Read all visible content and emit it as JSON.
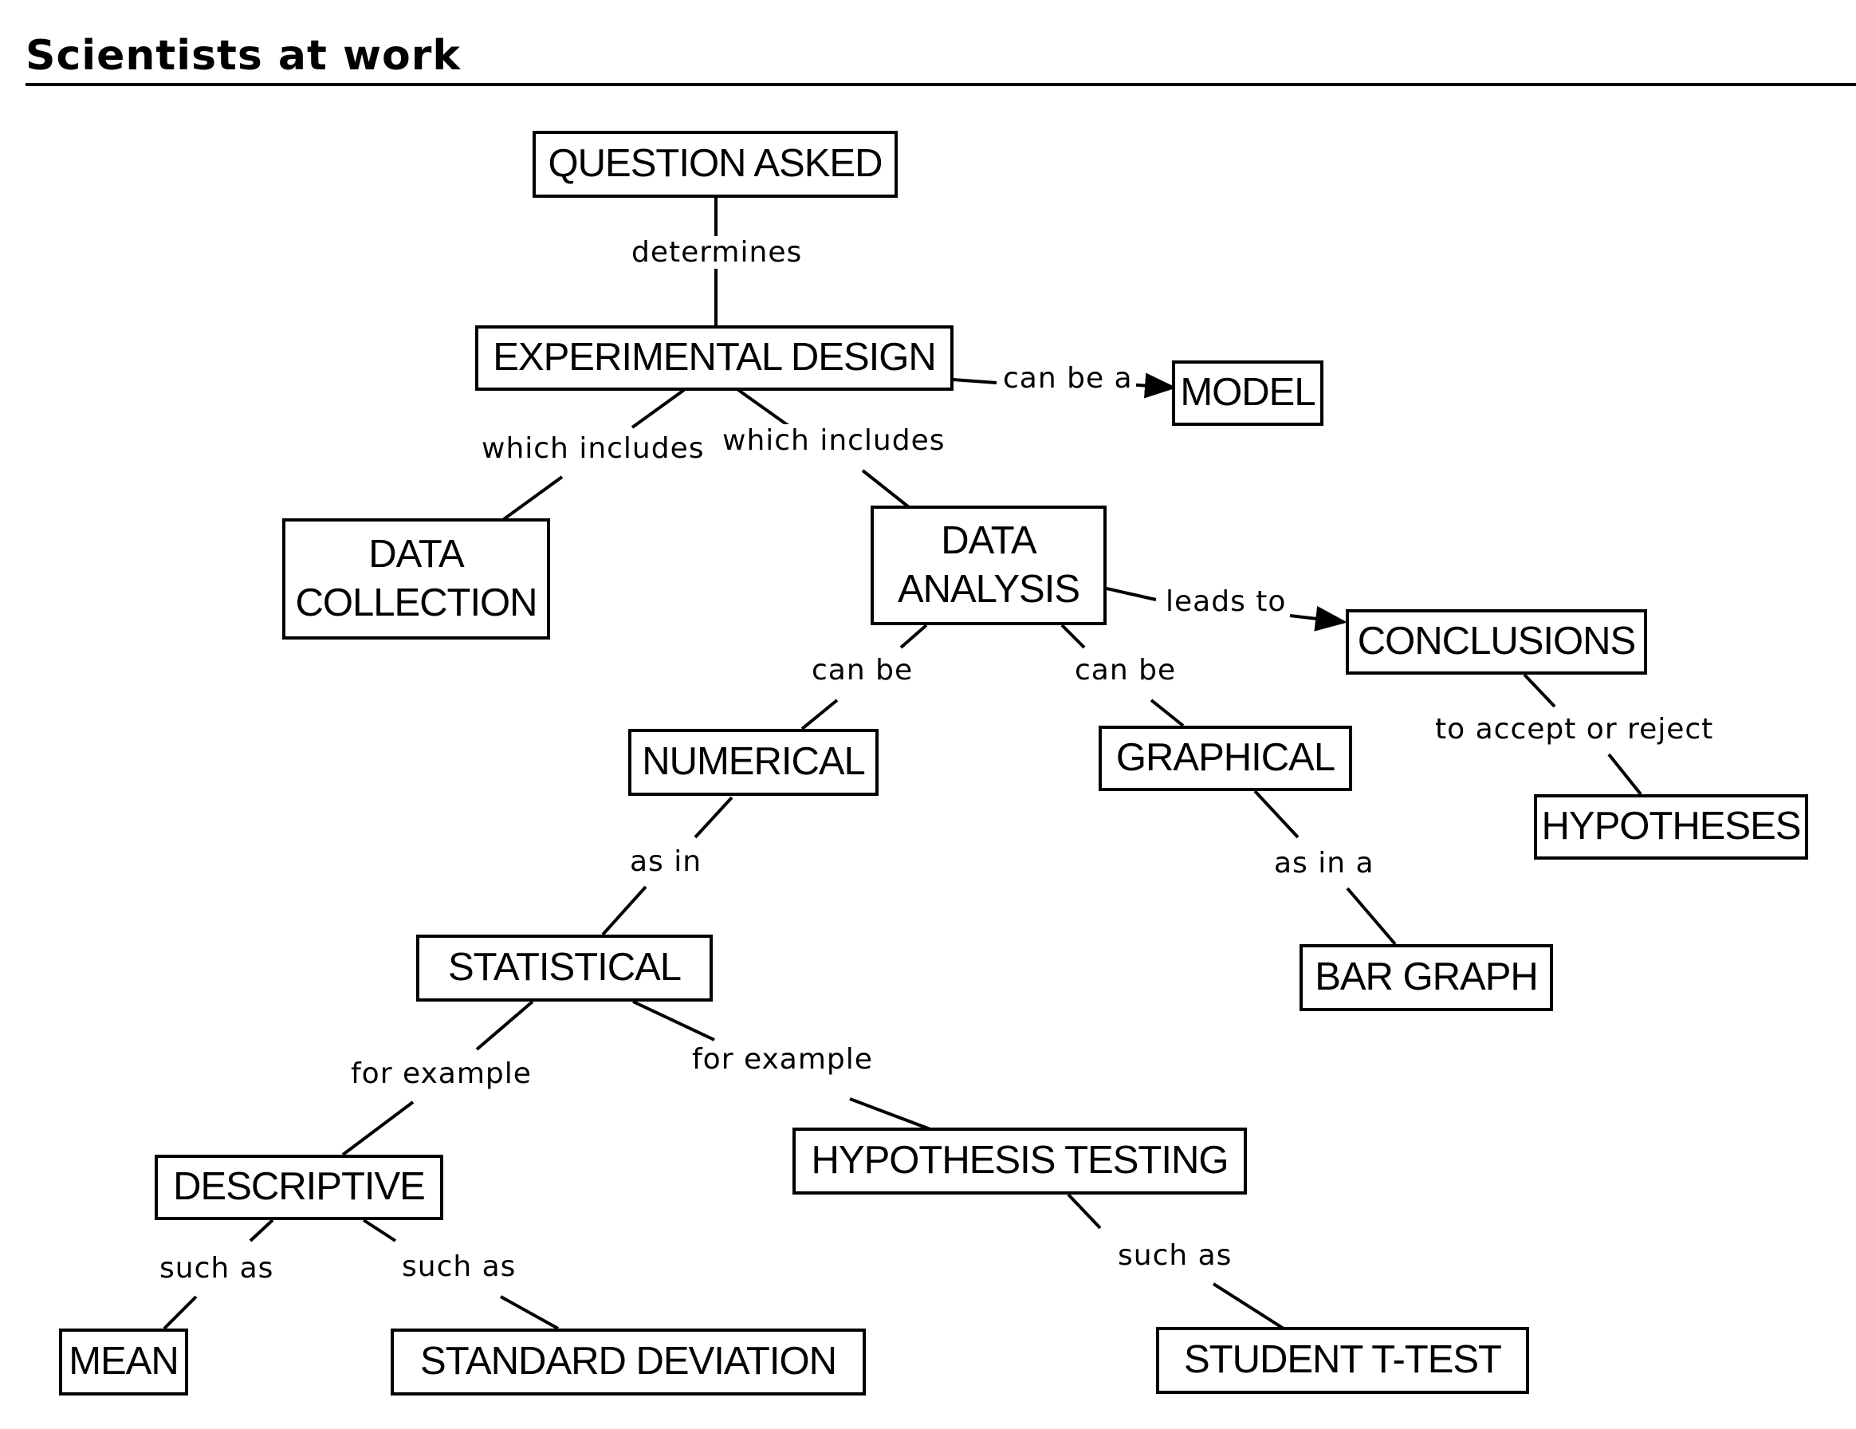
{
  "header": {
    "title": "Scientists at work"
  },
  "nodes": {
    "question": "QUESTION ASKED",
    "design": "EXPERIMENTAL DESIGN",
    "model": "MODEL",
    "collection": "DATA\nCOLLECTION",
    "analysis": "DATA\nANALYSIS",
    "conclusions": "CONCLUSIONS",
    "numerical": "NUMERICAL",
    "graphical": "GRAPHICAL",
    "hypotheses": "HYPOTHESES",
    "statistical": "STATISTICAL",
    "bargraph": "BAR GRAPH",
    "descriptive": "DESCRIPTIVE",
    "hyptesting": "HYPOTHESIS TESTING",
    "mean": "MEAN",
    "stddev": "STANDARD DEVIATION",
    "ttest": "STUDENT T-TEST"
  },
  "links": {
    "determines": "determines",
    "can_be_a": "can be a",
    "which_includes_1": "which  includes",
    "which_includes_2": "which  includes",
    "leads_to": "leads to",
    "can_be_1": "can be",
    "can_be_2": "can be",
    "accept_reject": "to  accept  or  reject",
    "as_in": "as in",
    "as_in_a": "as in a",
    "for_example_1": "for  example",
    "for_example_2": "for  example",
    "such_as_1": "such as",
    "such_as_2": "such as",
    "such_as_3": "such as"
  }
}
